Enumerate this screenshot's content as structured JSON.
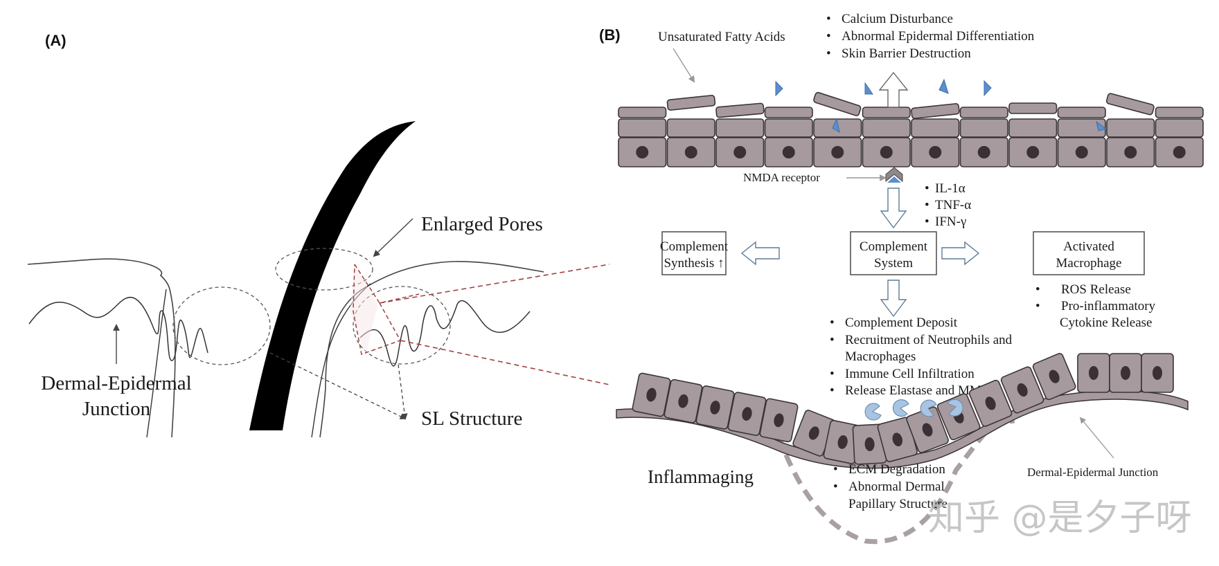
{
  "panelA": {
    "label": "(A)",
    "enlarged_pores": "Enlarged Pores",
    "dej_line1": "Dermal-Epidermal",
    "dej_line2": "Junction",
    "sl_structure": "SL Structure"
  },
  "panelB": {
    "label": "(B)",
    "unsaturated_fatty_acids": "Unsaturated Fatty Acids",
    "top_effects": [
      "Calcium Disturbance",
      "Abnormal Epidermal Differentiation",
      "Skin Barrier Destruction"
    ],
    "nmda_receptor": "NMDA receptor",
    "cytokines": [
      "IL-1α",
      "TNF-α",
      "IFN-γ"
    ],
    "boxes": {
      "complement_synthesis": [
        "Complement",
        "Synthesis ↑"
      ],
      "complement_system": [
        "Complement",
        "System"
      ],
      "activated_macrophage": [
        "Activated",
        "Macrophage"
      ]
    },
    "macrophage_effects": [
      "ROS Release",
      "Pro-inflammatory",
      "Cytokine Release"
    ],
    "complement_effects": [
      "Complement Deposit",
      "Recruitment of Neutrophils and",
      "Macrophages",
      "Immune Cell Infiltration",
      "Release Elastase and MMPs"
    ],
    "inflammaging": "Inflammaging",
    "dermal_effects": [
      "ECM Degradation",
      "Abnormal Dermal",
      "Papillary Structure"
    ],
    "dej_label": "Dermal-Epidermal Junction"
  },
  "watermark": "知乎 @是夕子呀",
  "colors": {
    "cell_fill": "#a69a9e",
    "cell_stroke": "#3a3436",
    "nucleus": "#3a3035",
    "fatty_acid_triangle": "#5b8fcf",
    "enzyme": "#a8c4e2",
    "zoom_dash": "#a04040",
    "papilla_dash": "#a8a0a2"
  }
}
